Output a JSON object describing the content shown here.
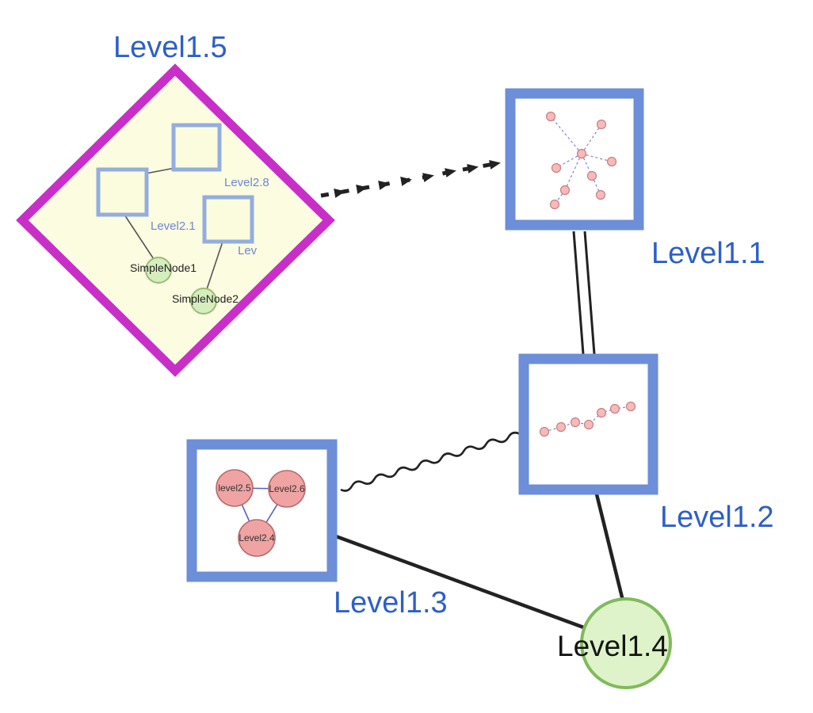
{
  "graph": {
    "top_nodes": {
      "level15": {
        "label": "Level1.5",
        "shape": "diamond"
      },
      "level11": {
        "label": "Level1.1",
        "shape": "square"
      },
      "level12": {
        "label": "Level1.2",
        "shape": "square"
      },
      "level13": {
        "label": "Level1.3",
        "shape": "square"
      },
      "level14": {
        "label": "Level1.4",
        "shape": "circle"
      }
    },
    "level15_children": {
      "level28": {
        "label": "Level2.8"
      },
      "level21": {
        "label": "Level2.1"
      },
      "lev": {
        "label": "Lev"
      },
      "simple1": {
        "label": "SimpleNode1"
      },
      "simple2": {
        "label": "SimpleNode2"
      }
    },
    "level13_children": {
      "l25": {
        "label": "level2.5"
      },
      "l26": {
        "label": "Level2.6"
      },
      "l24": {
        "label": "Level2.4"
      }
    },
    "colors": {
      "label_blue": "#2d5fc8",
      "child_label_blue": "#6e87cf",
      "node_border_blue": "#6d8ed8",
      "inner_square_border": "#93aede",
      "diamond_border": "#c82fc8",
      "diamond_fill": "#fcfce1",
      "green_node_fill": "#def3c9",
      "green_node_border": "#7fbb5a",
      "small_green_fill": "#d6edbe",
      "small_green_border": "#97bd77",
      "pink_fill": "#f0a3a3",
      "pink_border": "#b86a6a",
      "mini_dot_fill": "#f6baba",
      "mini_dot_border": "#c97f7f",
      "mini_edge_blue": "#8084cf",
      "edge_black": "#222222"
    }
  }
}
